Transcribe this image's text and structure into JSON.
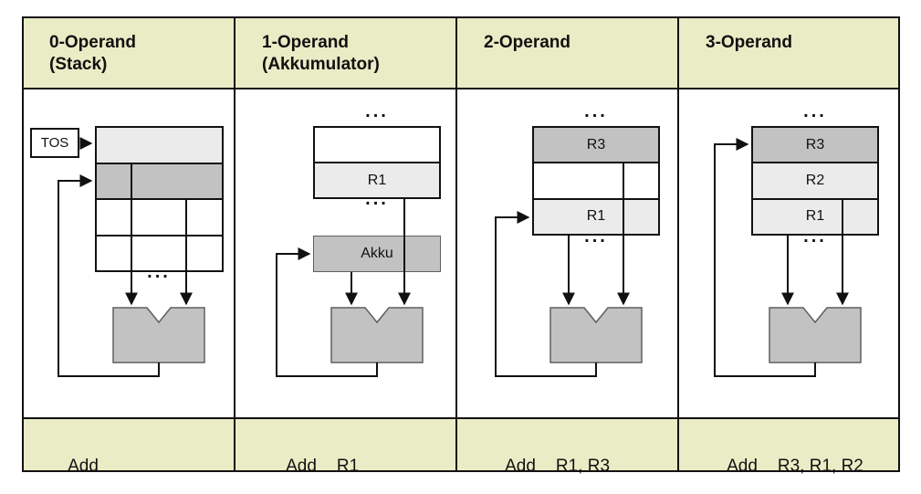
{
  "colors": {
    "band_background": "#E9ECC5",
    "cell_light_gray": "#EBEBEB",
    "cell_dark_gray": "#C2C2C2",
    "line_black": "#111111",
    "box_gray_border": "#5F5F5F",
    "background": "#FFFFFF"
  },
  "labels": {
    "tos": "TOS",
    "alu": "ALU",
    "dots": "..."
  },
  "columns": [
    {
      "header_line1": "0-Operand",
      "header_line2": "(Stack)",
      "instruction_mnemonic": "Add",
      "instruction_operands": ""
    },
    {
      "header_line1": "1-Operand",
      "header_line2": "(Akkumulator)",
      "instruction_mnemonic": "Add",
      "instruction_operands": "R1"
    },
    {
      "header_line1": "2-Operand",
      "header_line2": "",
      "instruction_mnemonic": "Add",
      "instruction_operands": "R1, R3"
    },
    {
      "header_line1": "3-Operand",
      "header_line2": "",
      "instruction_mnemonic": "Add",
      "instruction_operands": "R3, R1, R2"
    }
  ],
  "registers": {
    "col2_r1": "R1",
    "col2_akku": "Akku",
    "col3_r3": "R3",
    "col3_r1": "R1",
    "col4_r3": "R3",
    "col4_r2": "R2",
    "col4_r1": "R1"
  }
}
